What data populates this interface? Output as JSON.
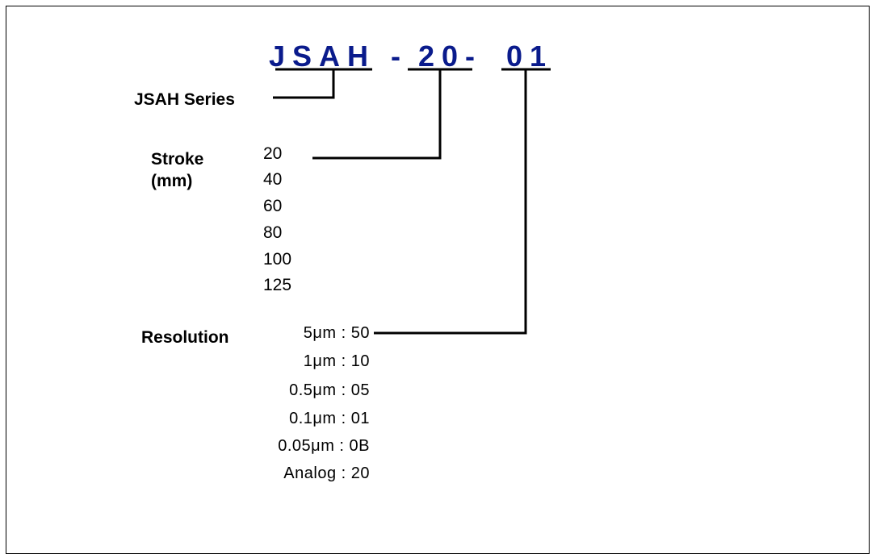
{
  "model_code": {
    "series": "JSAH",
    "dash1": "-",
    "stroke": "20-",
    "resolution": "01",
    "color": "#0a1b8c"
  },
  "labels": {
    "series": "JSAH Series",
    "stroke_line1": "Stroke",
    "stroke_line2": "(mm)",
    "resolution": "Resolution"
  },
  "stroke_values": [
    "20",
    "40",
    "60",
    "80",
    "100",
    "125"
  ],
  "resolution_values": [
    {
      "num": "5",
      "rest": "μm : 50"
    },
    {
      "num": "1",
      "rest": "μm : 10"
    },
    {
      "num": "0.5",
      "rest": "μm : 05"
    },
    {
      "num": "0.1",
      "rest": "μm : 01"
    },
    {
      "num": "0.05",
      "rest": "μm : 0B"
    },
    {
      "num": "Analog",
      "rest": " : 20"
    }
  ]
}
